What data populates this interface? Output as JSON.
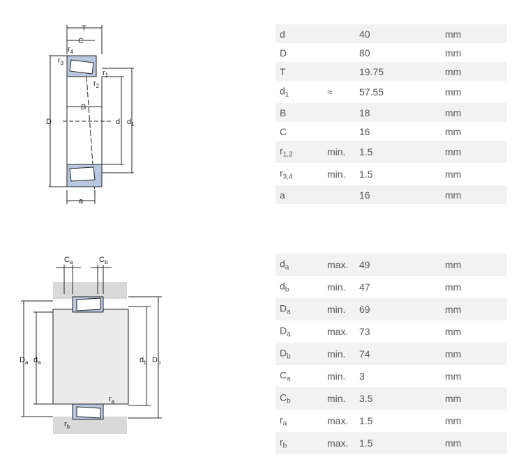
{
  "bearing_dimensions": [
    {
      "symbol": "d",
      "sub": "",
      "qualifier": "",
      "value": "40",
      "unit": "mm"
    },
    {
      "symbol": "D",
      "sub": "",
      "qualifier": "",
      "value": "80",
      "unit": "mm"
    },
    {
      "symbol": "T",
      "sub": "",
      "qualifier": "",
      "value": "19.75",
      "unit": "mm"
    },
    {
      "symbol": "d",
      "sub": "1",
      "qualifier": "≈",
      "value": "57.55",
      "unit": "mm"
    },
    {
      "symbol": "B",
      "sub": "",
      "qualifier": "",
      "value": "18",
      "unit": "mm"
    },
    {
      "symbol": "C",
      "sub": "",
      "qualifier": "",
      "value": "16",
      "unit": "mm"
    },
    {
      "symbol": "r",
      "sub": "1,2",
      "qualifier": "min.",
      "value": "1.5",
      "unit": "mm"
    },
    {
      "symbol": "r",
      "sub": "3,4",
      "qualifier": "min.",
      "value": "1.5",
      "unit": "mm"
    },
    {
      "symbol": "a",
      "sub": "",
      "qualifier": "",
      "value": "16",
      "unit": "mm"
    }
  ],
  "abutment_dimensions": [
    {
      "symbol": "d",
      "sub": "a",
      "qualifier": "max.",
      "value": "49",
      "unit": "mm"
    },
    {
      "symbol": "d",
      "sub": "b",
      "qualifier": "min.",
      "value": "47",
      "unit": "mm"
    },
    {
      "symbol": "D",
      "sub": "a",
      "qualifier": "min.",
      "value": "69",
      "unit": "mm"
    },
    {
      "symbol": "D",
      "sub": "a",
      "qualifier": "max.",
      "value": "73",
      "unit": "mm"
    },
    {
      "symbol": "D",
      "sub": "b",
      "qualifier": "min.",
      "value": "74",
      "unit": "mm"
    },
    {
      "symbol": "C",
      "sub": "a",
      "qualifier": "min.",
      "value": "3",
      "unit": "mm"
    },
    {
      "symbol": "C",
      "sub": "b",
      "qualifier": "min.",
      "value": "3.5",
      "unit": "mm"
    },
    {
      "symbol": "r",
      "sub": "a",
      "qualifier": "max.",
      "value": "1.5",
      "unit": "mm"
    },
    {
      "symbol": "r",
      "sub": "b",
      "qualifier": "max.",
      "value": "1.5",
      "unit": "mm"
    }
  ],
  "diagram_top_labels": {
    "T": "T",
    "C": "C",
    "B": "B",
    "D": "D",
    "d": "d",
    "d1_main": "d",
    "d1_sub": "1",
    "r1_main": "r",
    "r1_sub": "1",
    "r2_main": "r",
    "r2_sub": "2",
    "r3_main": "r",
    "r3_sub": "3",
    "r4_main": "r",
    "r4_sub": "4",
    "a": "a"
  },
  "diagram_bottom_labels": {
    "Ca_main": "C",
    "Ca_sub": "a",
    "Cb_main": "C",
    "Cb_sub": "b",
    "Da_main": "D",
    "Da_sub": "a",
    "da_main": "d",
    "da_sub": "a",
    "db_main": "d",
    "db_sub": "b",
    "Db_main": "D",
    "Db_sub": "b",
    "ra_main": "r",
    "ra_sub": "a",
    "rb_main": "r",
    "rb_sub": "b"
  },
  "colors": {
    "bearing_fill": "#b8c8e0",
    "housing_fill": "#d9d9d9",
    "row_alt": "#f2f2f2",
    "line": "#222222"
  }
}
